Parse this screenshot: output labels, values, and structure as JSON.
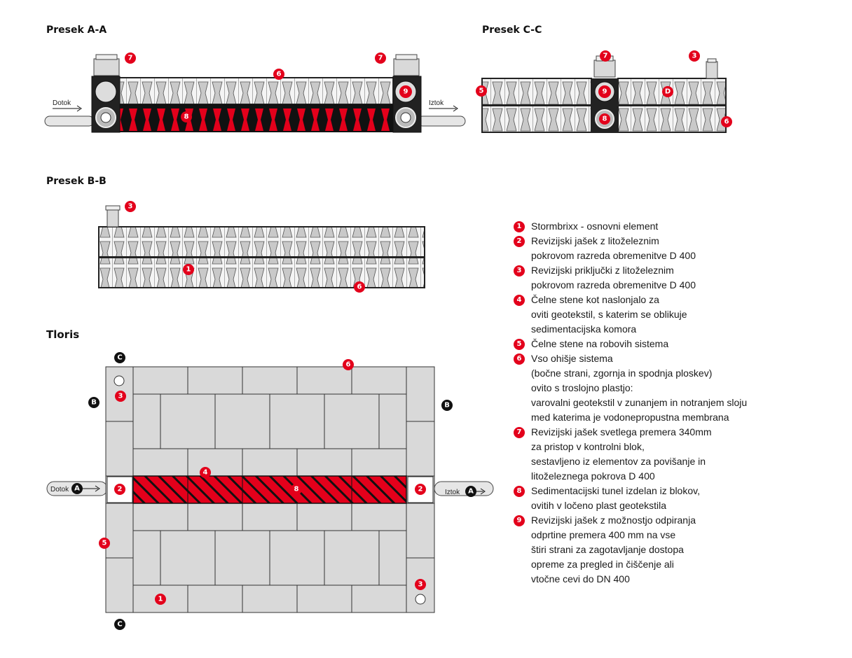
{
  "sections": {
    "aa": {
      "title": "Presek A-A",
      "inlet": "Dotok",
      "outlet": "Iztok"
    },
    "cc": {
      "title": "Presek C-C"
    },
    "bb": {
      "title": "Presek B-B"
    },
    "plan": {
      "title": "Tloris",
      "inlet": "Dotok",
      "outlet": "Iztok"
    }
  },
  "markers": {
    "m1": "1",
    "m2": "2",
    "m3": "3",
    "m4": "4",
    "m5": "5",
    "m6": "6",
    "m7": "7",
    "m8": "8",
    "m9": "9",
    "a": "A",
    "b": "B",
    "c": "C",
    "d": "D"
  },
  "colors": {
    "accent_red": "#e3001b",
    "block_grey": "#d9d9d9",
    "outline": "#222222"
  },
  "legend": [
    {
      "num": "1",
      "lines": [
        "Stormbrixx - osnovni element"
      ]
    },
    {
      "num": "2",
      "lines": [
        "Revizijski jašek z litoželeznim",
        "pokrovom razreda obremenitve D 400"
      ]
    },
    {
      "num": "3",
      "lines": [
        "Revizijski priključki z litoželeznim",
        "pokrovom razreda obremenitve D 400"
      ]
    },
    {
      "num": "4",
      "lines": [
        "Čelne stene kot naslonjalo za",
        "oviti geotekstil, s katerim se oblikuje",
        "sedimentacijska komora"
      ]
    },
    {
      "num": "5",
      "lines": [
        "Čelne stene na robovih sistema"
      ]
    },
    {
      "num": "6",
      "lines": [
        "Vso ohišje sistema",
        "(bočne strani, zgornja in spodnja ploskev)",
        "ovito s troslojno plastjo:",
        "varovalni geotekstil v zunanjem in notranjem sloju",
        "med katerima je vodonepropustna membrana"
      ]
    },
    {
      "num": "7",
      "lines": [
        "Revizijski jašek svetlega premera 340mm",
        "za pristop v kontrolni blok,",
        "sestavljeno iz elementov za povišanje in",
        "litoželeznega pokrova D 400"
      ]
    },
    {
      "num": "8",
      "lines": [
        "Sedimentacijski tunel izdelan iz blokov,",
        "ovitih v ločeno plast geotekstila"
      ]
    },
    {
      "num": "9",
      "lines": [
        "Revizijski jašek z možnostjo odpiranja",
        "odprtine premera 400 mm na vse",
        "štiri strani za zagotavljanje dostopa",
        "opreme za pregled in čiščenje ali",
        "vtočne cevi do DN 400"
      ]
    }
  ]
}
